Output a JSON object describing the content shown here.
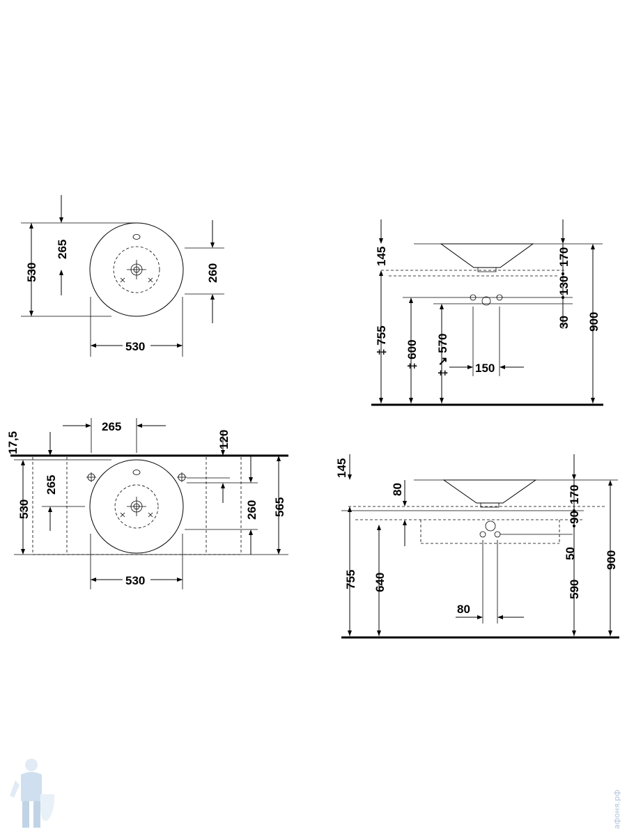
{
  "view_top_a": {
    "dims": {
      "left_height": "530",
      "upper_offset": "265",
      "right_height": "260",
      "bottom_width": "530"
    }
  },
  "view_side_a": {
    "dims": {
      "d145": "145",
      "d170": "170",
      "d130": "130",
      "d30": "30",
      "d900": "900",
      "d755": "‡ 755",
      "d600": "‡ 600",
      "d570": "‡ ↘ 570",
      "d150": "150"
    }
  },
  "view_top_b": {
    "dims": {
      "d17_5": "17,5",
      "d265_top": "265",
      "d120": "120",
      "d530_left": "530",
      "d265_left": "265",
      "d260": "260",
      "d565": "565",
      "d530_bottom": "530"
    }
  },
  "view_side_b": {
    "dims": {
      "d145": "145",
      "d80_top": "80",
      "d170": "170",
      "d90": "90",
      "d50": "50",
      "d590": "590",
      "d900": "900",
      "d755": "755",
      "d640": "640",
      "d80_bottom": "80"
    }
  },
  "watermark": {
    "text": "афоня.рф"
  }
}
